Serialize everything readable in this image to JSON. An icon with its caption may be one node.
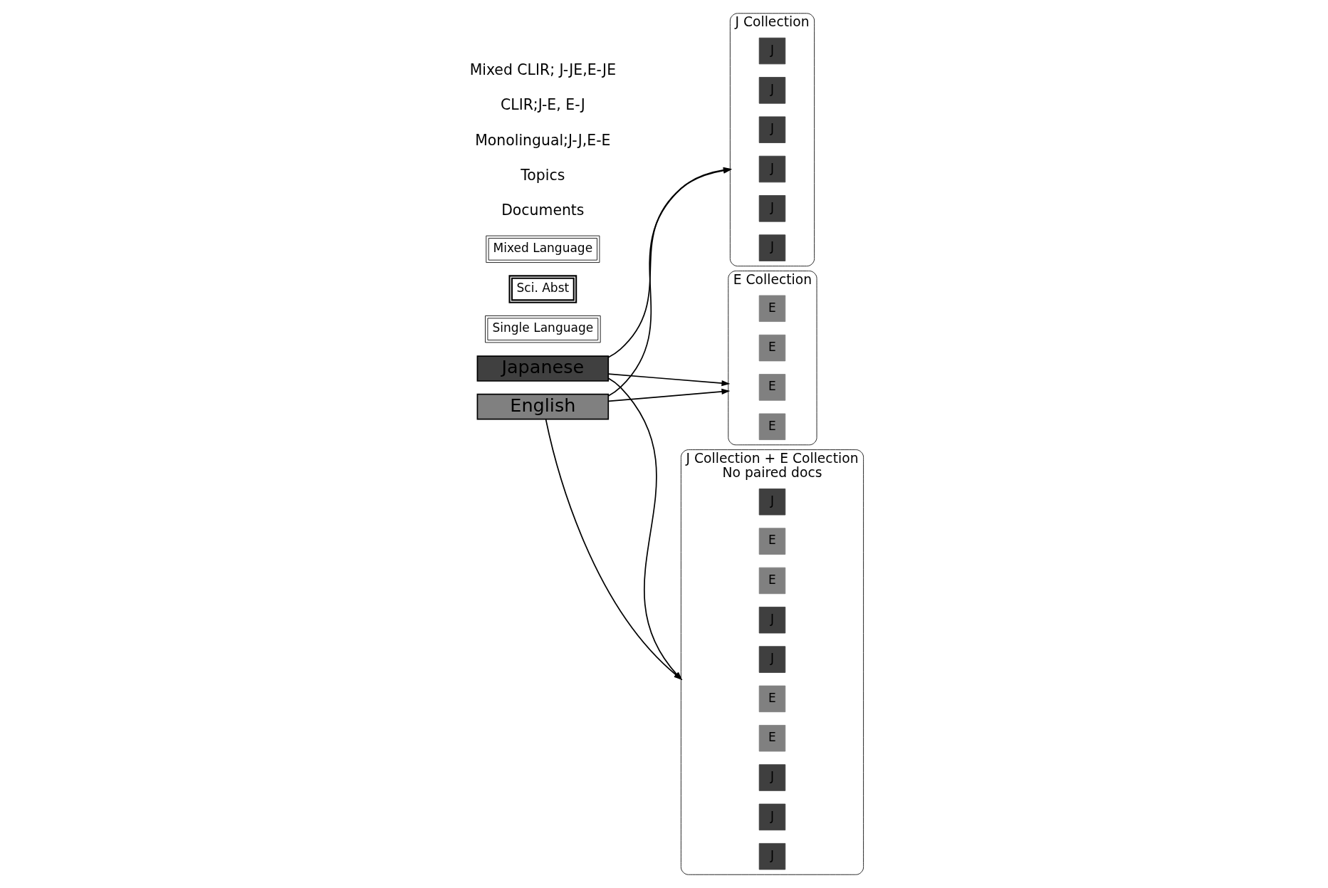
{
  "diagram": {
    "nodes": [
      {
        "text": [
          "Japanese"
        ]
      },
      {
        "text": [
          "English"
        ]
      },
      {
        "text": [
          "J Collection"
        ]
      },
      {
        "text": [
          "J"
        ],
        "in": 2
      },
      {
        "text": [
          "J"
        ],
        "in": 2
      },
      {
        "text": [
          "J"
        ],
        "in": 2
      },
      {
        "text": [
          "J"
        ],
        "in": 2
      },
      {
        "text": [
          "J"
        ],
        "in": 2
      },
      {
        "text": [
          "J"
        ],
        "in": 2
      },
      {
        "text": [
          "Single Language"
        ]
      },
      {
        "text": [
          "E Collection"
        ]
      },
      {
        "text": [
          "E"
        ],
        "in": 10
      },
      {
        "text": [
          "E"
        ],
        "in": 10
      },
      {
        "text": [
          "E"
        ],
        "in": 10
      },
      {
        "text": [
          "E"
        ],
        "in": 10
      },
      {
        "text": [
          "Sci. Abst"
        ]
      },
      {
        "text": [
          "J Collection + E Collection"
        ],
        "beside": [
          "No paired docs"
        ]
      },
      {
        "text": [
          "J"
        ],
        "in": 16
      },
      {
        "text": [
          "E"
        ],
        "in": 16
      },
      {
        "text": [
          "E"
        ],
        "in": 16
      },
      {
        "text": [
          "J"
        ],
        "in": 16
      },
      {
        "text": [
          "J"
        ],
        "in": 16
      },
      {
        "text": [
          "E"
        ],
        "in": 16
      },
      {
        "text": [
          "E"
        ],
        "in": 16
      },
      {
        "text": [
          "J"
        ],
        "in": 16
      },
      {
        "text": [
          "J"
        ],
        "in": 16
      },
      {
        "text": [
          "J"
        ],
        "in": 16
      },
      {
        "text": [
          "Mixed Language"
        ]
      }
    ],
    "edges": [
      {
        "from": 0,
        "to": 2,
        "arrow": "to"
      },
      {
        "from": 0,
        "to": 10,
        "arrow": "to"
      },
      {
        "from": 0,
        "to": 16,
        "arrow": "to"
      },
      {
        "from": 1,
        "to": 2,
        "arrow": "to"
      },
      {
        "from": 1,
        "to": 10,
        "arrow": "to"
      },
      {
        "from": 1,
        "to": 16,
        "arrow": "to"
      }
    ],
    "labels": [
      "Documents",
      "Topics",
      "Monolingual;J-J,E-E",
      "CLIR;J-E, E-J",
      "Mixed CLIR; J-JE,E-JE"
    ]
  }
}
